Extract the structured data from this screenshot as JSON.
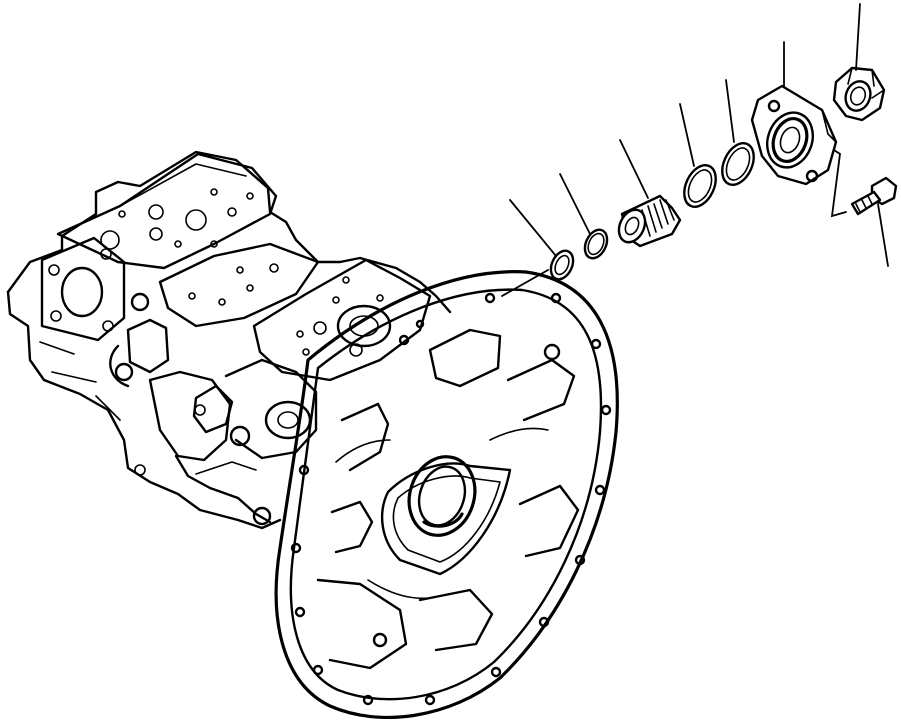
{
  "diagram": {
    "type": "exploded-parts-drawing",
    "callouts": [
      {
        "id": "leader-o-ring-1"
      },
      {
        "id": "leader-o-ring-2"
      },
      {
        "id": "leader-spring"
      },
      {
        "id": "leader-o-ring-3"
      },
      {
        "id": "leader-o-ring-4"
      },
      {
        "id": "leader-flange"
      },
      {
        "id": "leader-nut"
      },
      {
        "id": "leader-bolt"
      }
    ]
  }
}
